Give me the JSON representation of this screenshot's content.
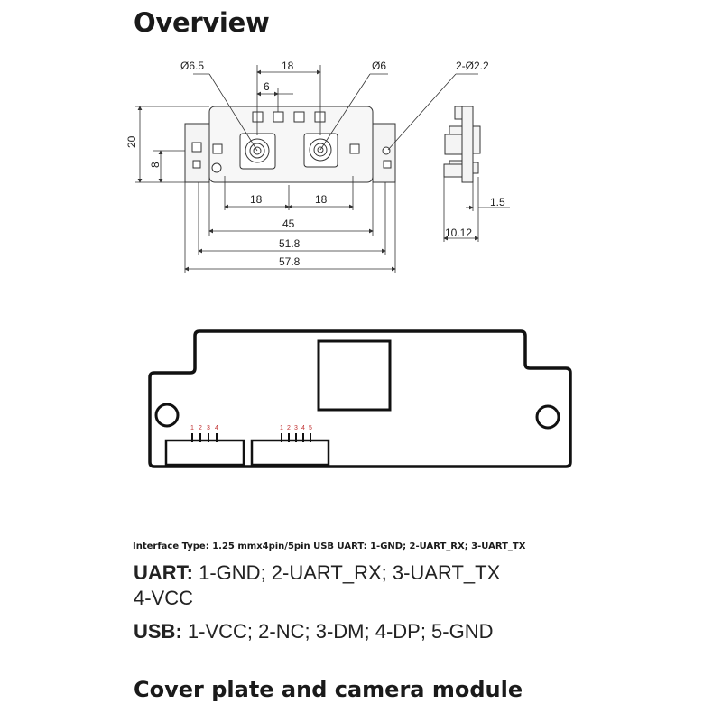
{
  "heading": "Overview",
  "dimensions": {
    "d_6_5": "Ø6.5",
    "w_18_top": "18",
    "d_6": "Ø6",
    "holes": "2-Ø2.2",
    "w_6": "6",
    "h_20": "20",
    "h_8": "8",
    "w_18_left": "18",
    "w_18_right": "18",
    "w_45": "45",
    "w_51_8": "51.8",
    "w_57_8": "57.8",
    "side_1_5": "1.5",
    "side_10_12": "10.12"
  },
  "pins": {
    "uart_numbers": [
      "1",
      "2",
      "3",
      "4"
    ],
    "usb_numbers": [
      "1",
      "2",
      "3",
      "4",
      "5"
    ]
  },
  "interface_note": "Interface Type: 1.25 mmx4pin/5pin USB UART: 1-GND; 2-UART_RX; 3-UART_TX",
  "uart_label": "UART:",
  "uart_line1": "1-GND; 2-UART_RX; 3-UART_TX",
  "uart_line2": "4-VCC",
  "usb_label": "USB:",
  "usb_line": "1-VCC; 2-NC; 3-DM; 4-DP; 5-GND",
  "footer": "Cover plate and camera module"
}
